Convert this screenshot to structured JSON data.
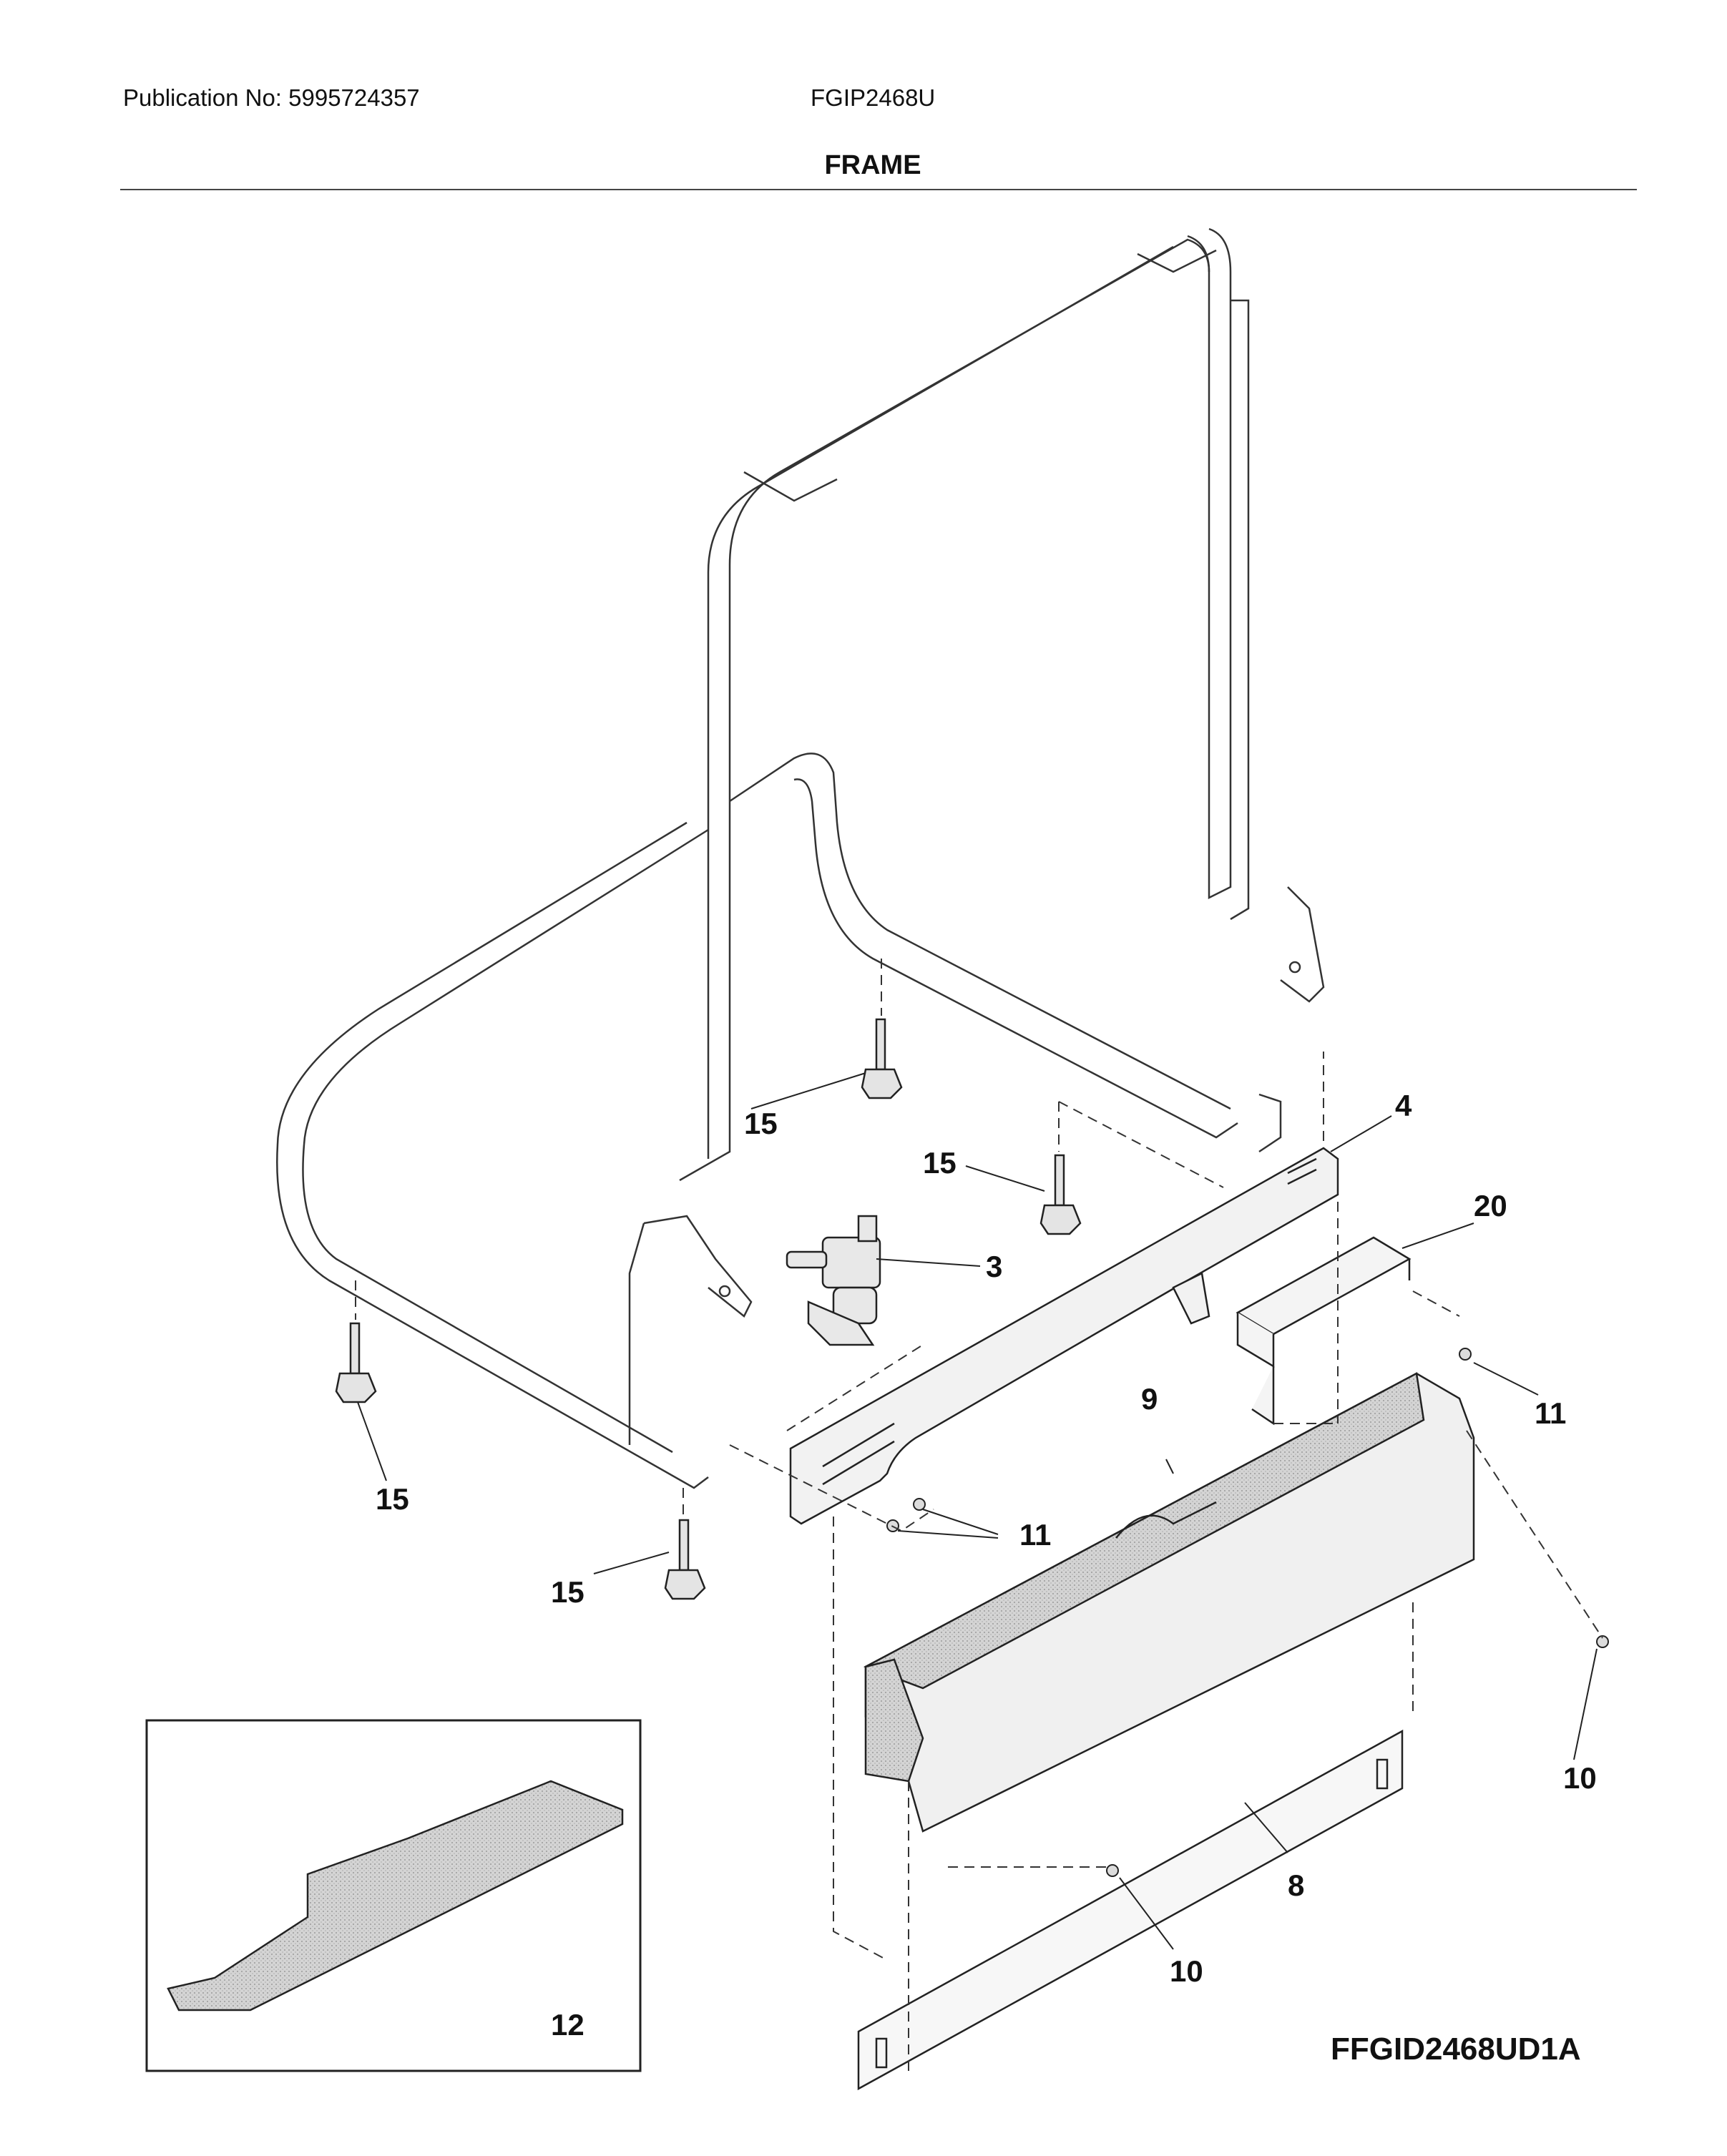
{
  "header": {
    "publication": "Publication No: 5995724357",
    "model": "FGIP2468U",
    "title": "FRAME"
  },
  "labels": {
    "p3": "3",
    "p4": "4",
    "p8": "8",
    "p9": "9",
    "p10": "10",
    "p11": "11",
    "p12": "12",
    "p15": "15",
    "p20": "20"
  },
  "figure_code": "FFGID2468UD1A"
}
